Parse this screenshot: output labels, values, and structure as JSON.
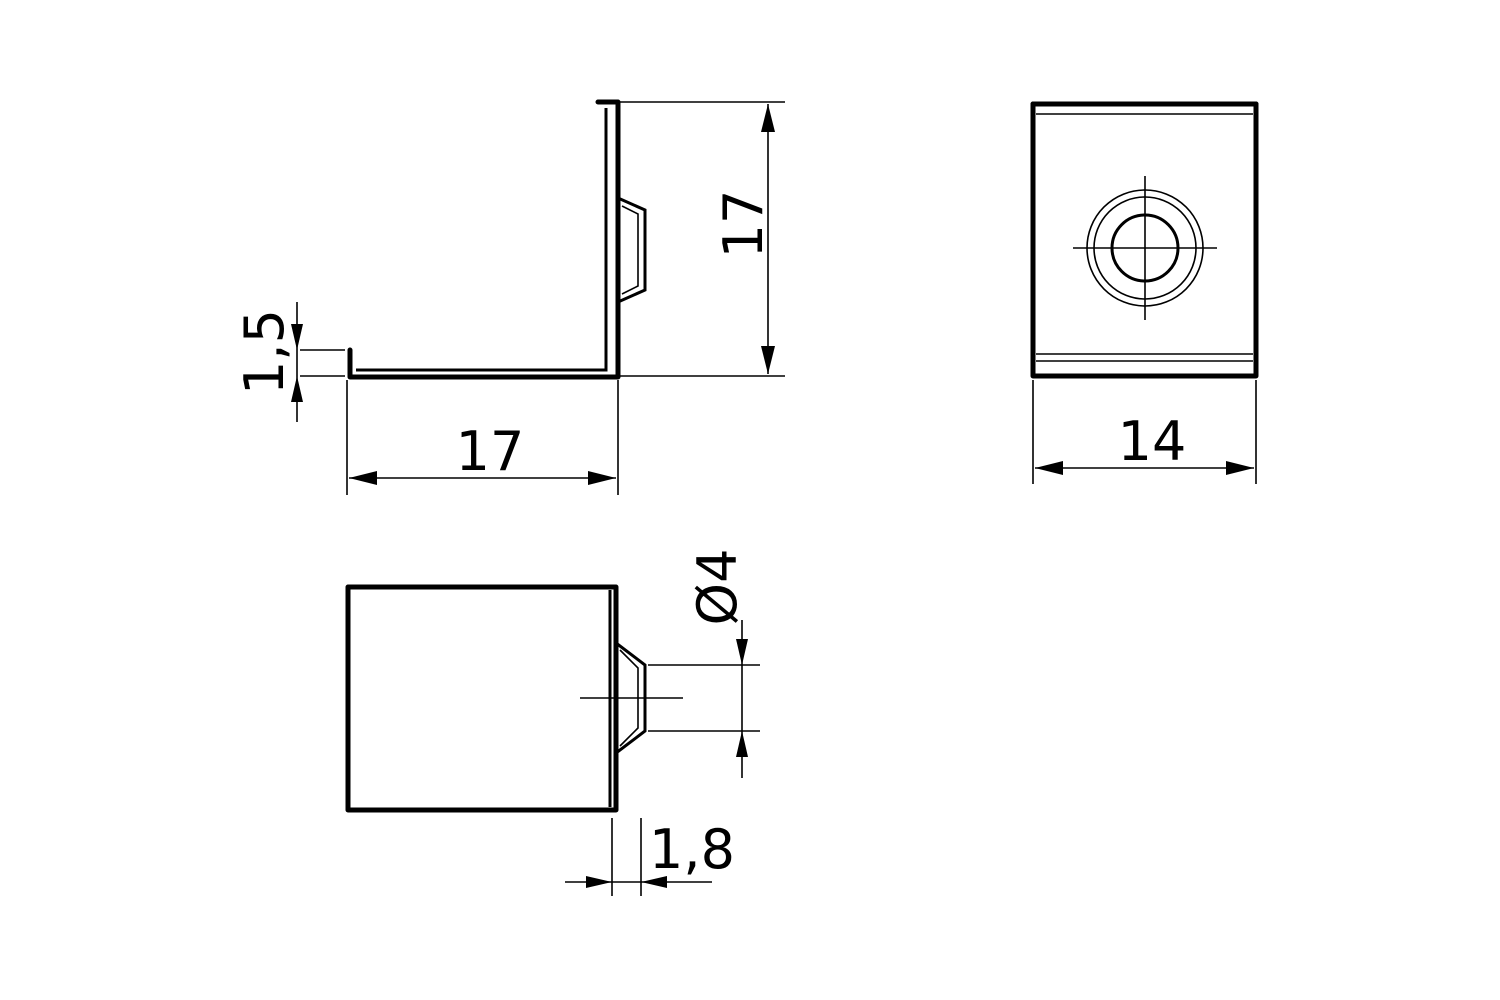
{
  "dimensions": {
    "flange_thickness": "1,5",
    "base_length": "17",
    "height": "17",
    "width": "14",
    "hole_diameter": "Ø4",
    "boss_depth": "1,8"
  },
  "colors": {
    "background": "#ffffff",
    "line": "#000000"
  }
}
